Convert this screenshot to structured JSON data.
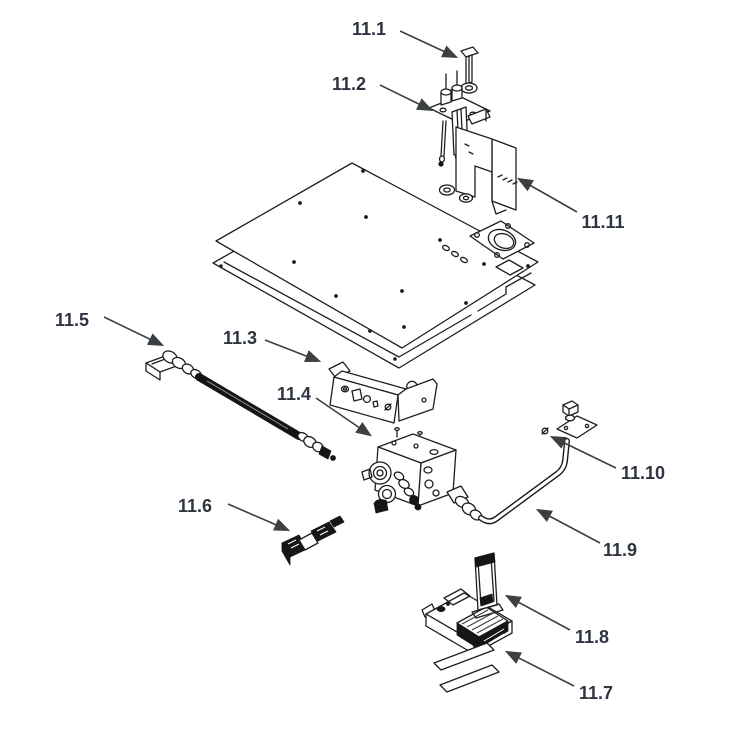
{
  "diagram": {
    "type": "exploded-parts-diagram",
    "background_color": "#ffffff",
    "line_color": "#1f1f1f",
    "leader_color": "#3c4043",
    "label_color": "#2e3540",
    "callouts": [
      {
        "label": "11.1"
      },
      {
        "label": "11.2"
      },
      {
        "label": "11.3"
      },
      {
        "label": "11.4"
      },
      {
        "label": "11.5"
      },
      {
        "label": "11.6"
      },
      {
        "label": "11.7"
      },
      {
        "label": "11.8"
      },
      {
        "label": "11.9"
      },
      {
        "label": "11.10"
      },
      {
        "label": "11.11"
      }
    ]
  }
}
